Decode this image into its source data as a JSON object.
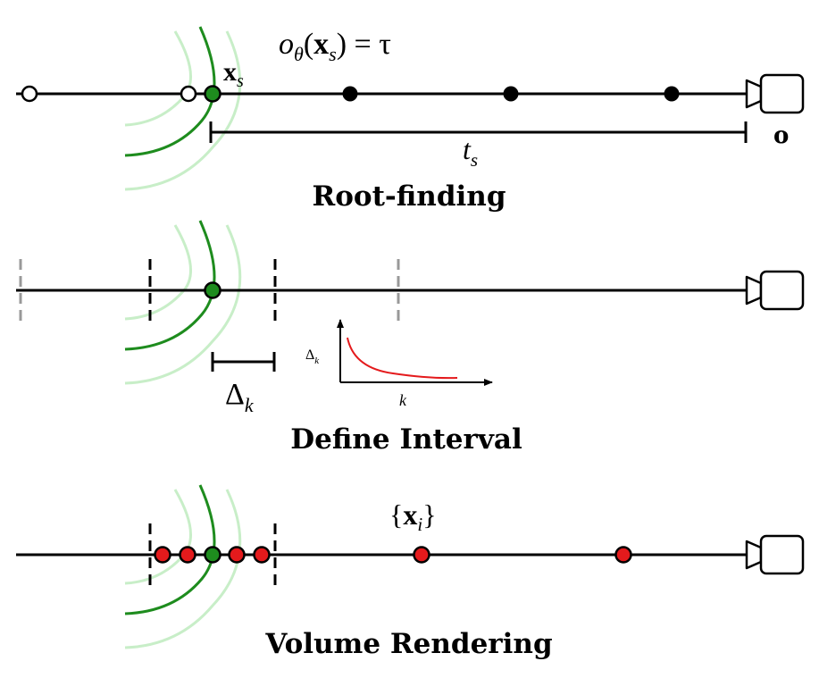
{
  "panels": {
    "root_finding": {
      "title": "Root-finding",
      "equation_o": "o",
      "equation_theta": "θ",
      "equation_x": "x",
      "equation_s": "s",
      "equation_rhs": ") = τ",
      "equation_lparen": "(",
      "point_label_x": "x",
      "point_label_s": "s",
      "distance_label_t": "t",
      "distance_label_s": "s",
      "camera_label": "o"
    },
    "define_interval": {
      "title": "Define Interval",
      "interval_label_delta": "Δ",
      "interval_label_k": "k",
      "inset_ylabel_delta": "Δ",
      "inset_ylabel_k": "k",
      "inset_xlabel": "k"
    },
    "volume_rendering": {
      "title": "Volume Rendering",
      "samples_label_open": "{",
      "samples_label_x": "x",
      "samples_label_i": "i",
      "samples_label_close": "}"
    }
  },
  "colors": {
    "surface": "#1e8c1e",
    "surface_faint": "#c8eec8",
    "surface_point": "#1e8c1e",
    "sample_point": "#e41a1c",
    "ray": "#000000",
    "interval_prev": "#999999",
    "curve": "#e41a1c"
  }
}
